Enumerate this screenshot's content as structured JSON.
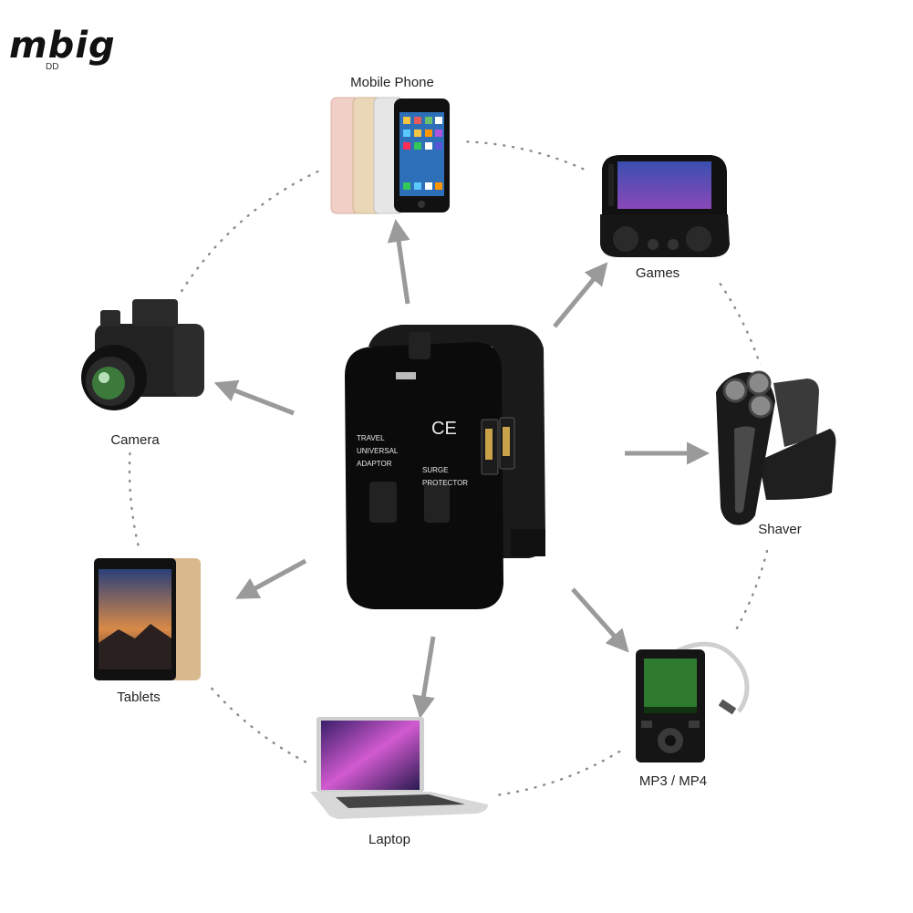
{
  "brand": {
    "logo": "mbig",
    "sub": "DD"
  },
  "adapter": {
    "text_left": [
      "TRAVEL",
      "UNIVERSAL",
      "ADAPTOR"
    ],
    "text_right": [
      "SURGE",
      "PROTECTOR"
    ],
    "ce_mark": "CE"
  },
  "devices": {
    "mobile_phone": "Mobile Phone",
    "games": "Games",
    "shaver": "Shaver",
    "mp3": "MP3 / MP4",
    "laptop": "Laptop",
    "tablets": "Tablets",
    "camera": "Camera"
  },
  "colors": {
    "arrow": "#9a9a9a",
    "adapter_body": "#0b0b0b",
    "dots": "#8a8a8a"
  }
}
